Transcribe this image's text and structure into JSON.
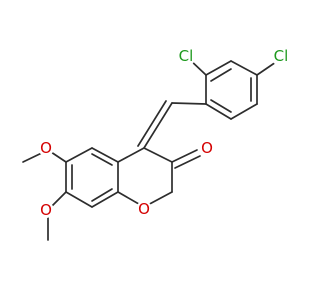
{
  "molecule": {
    "colors": {
      "bond": "#2d2d2d",
      "oxygen": "#d40000",
      "chlorine": "#1f9a1f",
      "background": "#ffffff"
    },
    "labels": {
      "cl_ortho": "Cl",
      "cl_para": "Cl",
      "o_carbonyl": "O",
      "o_ring": "O",
      "o_methoxy_6": "O",
      "o_methoxy_7": "O"
    }
  }
}
